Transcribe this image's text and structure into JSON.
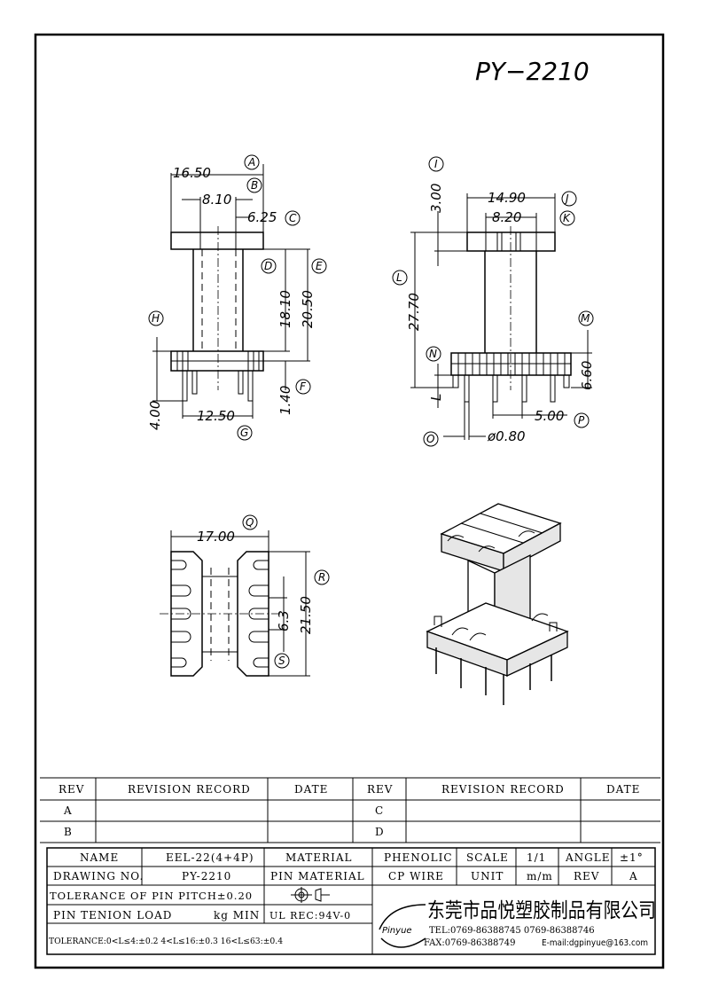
{
  "drawing_title": "PY−2210",
  "dimensions": {
    "front": {
      "d_16_50": "16.50",
      "d_8_10": "8.10",
      "d_6_25": "6.25",
      "d_18_10": "18.10",
      "d_20_50": "20.50",
      "d_4_00": "4.00",
      "d_1_40": "1.40",
      "d_12_50": "12.50"
    },
    "side": {
      "d_3_00": "3.00",
      "d_14_90": "14.90",
      "d_8_20": "8.20",
      "d_27_70": "27.70",
      "d_6_60": "6.60",
      "d_l": "L",
      "d_5_00": "5.00",
      "d_0_80": "ø0.80"
    },
    "bottom": {
      "d_17_00": "17.00",
      "d_6_3": "6.3",
      "d_21_50": "21.50"
    }
  },
  "callouts": {
    "A": "A",
    "B": "B",
    "C": "C",
    "D": "D",
    "E": "E",
    "F": "F",
    "G": "G",
    "H": "H",
    "I": "I",
    "J": "J",
    "K": "K",
    "L": "L",
    "M": "M",
    "N": "N",
    "O": "O",
    "P": "P",
    "Q": "Q",
    "R": "R",
    "S": "S"
  },
  "revision_table": {
    "h_rev": "REV",
    "h_record": "REVISION RECORD",
    "h_date": "DATE",
    "h_rev2": "REV",
    "h_record2": "REVISION RECORD",
    "h_date2": "DATE",
    "rev_a": "A",
    "rev_b": "B",
    "rev_c": "C",
    "rev_d": "D"
  },
  "title_block": {
    "name_label": "NAME",
    "name_value": "EEL-22(4+4P)",
    "material_label": "MATERIAL",
    "material_value": "PHENOLIC",
    "scale_label": "SCALE",
    "scale_value": "1/1",
    "angle_label": "ANGLE",
    "angle_value": "±1°",
    "drawing_no_label": "DRAWING NO.",
    "drawing_no_value": "PY-2210",
    "pin_material_label": "PIN MATERIAL",
    "pin_material_value": "CP WIRE",
    "unit_label": "UNIT",
    "unit_value": "m/m",
    "rev_label": "REV",
    "rev_value": "A",
    "tolerance_pitch": "TOLERANCE OF PIN PITCH±0.20",
    "pin_tension": "PIN TENION LOAD",
    "pin_tension_unit": "kg MIN",
    "ul_rec": "UL REC:94V-0",
    "tolerance_ranges": "TOLERANCE:0<L≤4:±0.2  4<L≤16:±0.3  16<L≤63:±0.4"
  },
  "company": {
    "logo_text": "Pinyue",
    "name_cn": "东莞市品悦塑胶制品有限公司",
    "tel": "TEL:0769-86388745    0769-86388746",
    "fax": "FAX:0769-86388749",
    "email": "E-mail:dgpinyue@163.com"
  }
}
